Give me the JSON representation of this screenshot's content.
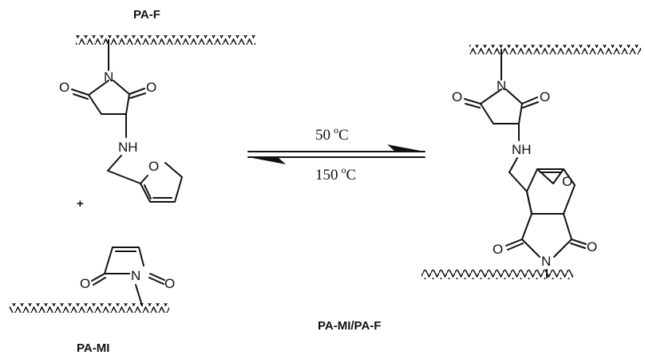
{
  "labels": {
    "pa_f": "PA-F",
    "pa_mi": "PA-MI",
    "product": "PA-MI/PA-F",
    "plus": "+"
  },
  "atoms": {
    "n": "N",
    "o": "O",
    "nh": "NH"
  },
  "conditions": {
    "forward_temp": "50",
    "reverse_temp": "150",
    "degree": "o",
    "unit": "C"
  }
}
